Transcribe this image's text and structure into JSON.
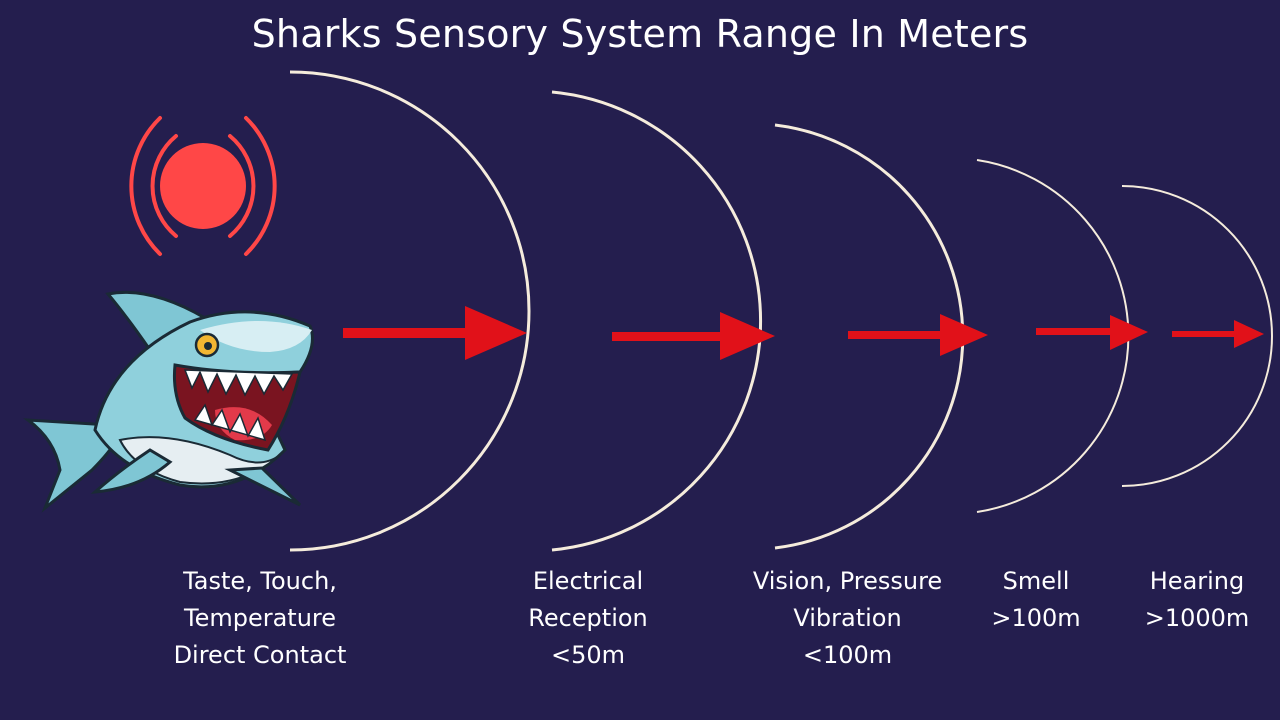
{
  "title": "Sharks Sensory System Range In Meters",
  "colors": {
    "background": "#241e4e",
    "arc": "#f5ecdc",
    "arrow": "#e11119",
    "signal": "#ff4747",
    "text": "#ffffff"
  },
  "icons": {
    "signal": "alert-signal-icon",
    "shark": "cartoon-shark-illustration"
  },
  "senses": [
    {
      "lines": [
        "Taste, Touch,",
        "Temperature",
        "Direct Contact"
      ]
    },
    {
      "lines": [
        "Electrical",
        "Reception",
        "<50m"
      ]
    },
    {
      "lines": [
        "Vision, Pressure",
        "Vibration",
        "<100m"
      ]
    },
    {
      "lines": [
        "Smell",
        ">100m"
      ]
    },
    {
      "lines": [
        "Hearing",
        ">1000m"
      ]
    }
  ]
}
